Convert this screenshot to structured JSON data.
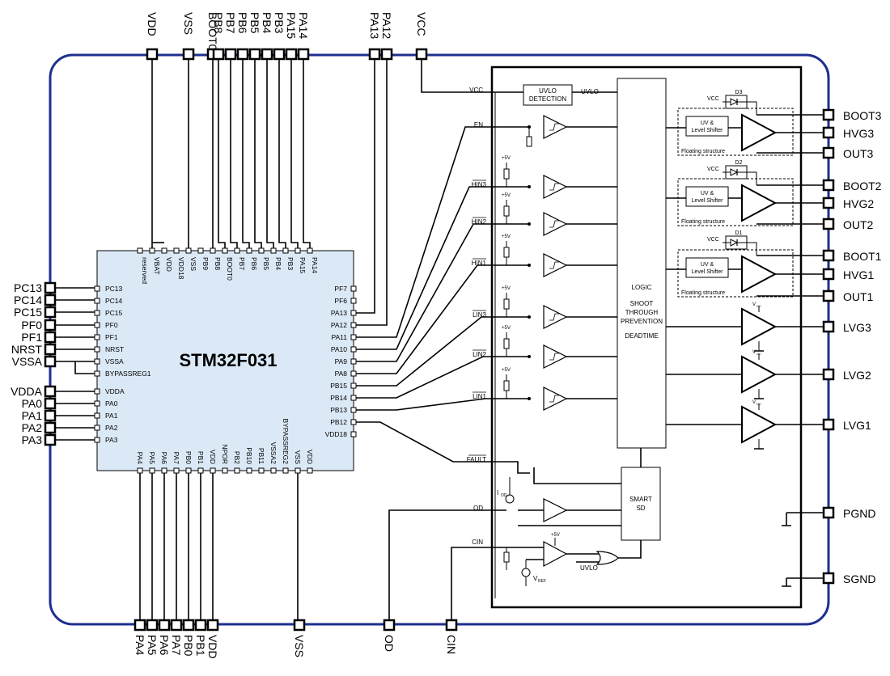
{
  "mcu": {
    "name": "STM32F031",
    "left_pins": [
      "PC13",
      "PC14",
      "PC15",
      "PF0",
      "PF1",
      "NRST",
      "VSSA",
      "BYPASSREG1",
      "VDDA",
      "PA0",
      "PA1",
      "PA2",
      "PA3"
    ],
    "right_pins": [
      "PF7",
      "PF6",
      "PA13",
      "PA12",
      "PA11",
      "PA10",
      "PA9",
      "PA8",
      "PB15",
      "PB14",
      "PB13",
      "PB12",
      "VDD18"
    ],
    "top_pins": [
      "reserved",
      "VBAT",
      "VDD",
      "VDD18",
      "VSS",
      "PB9",
      "PB8",
      "BOOT0",
      "PB7",
      "PB6",
      "PB5",
      "PB4",
      "PB3",
      "PA15",
      "PA14"
    ],
    "bottom_pins": [
      "PA4",
      "PA5",
      "PA6",
      "PA7",
      "PB0",
      "PB1",
      "VDD",
      "NPOR",
      "PB2",
      "PB10",
      "PB11",
      "VSSA2",
      "BYPASSREG2",
      "VSS",
      "VDD"
    ]
  },
  "package_pins": {
    "top": [
      "VDD",
      "VSS",
      "BOOT0",
      "PB8",
      "PB7",
      "PB6",
      "PB5",
      "PB4",
      "PB3",
      "PA15",
      "PA14",
      "PA13",
      "PA12",
      "VCC"
    ],
    "left": [
      "PC13",
      "PC14",
      "PC15",
      "PF0",
      "PF1",
      "NRST",
      "VSSA",
      "VDDA",
      "PA0",
      "PA1",
      "PA2",
      "PA3"
    ],
    "bottom": [
      "PA4",
      "PA5",
      "PA6",
      "PA7",
      "PB0",
      "PB1",
      "VDD",
      "VSS",
      "OD",
      "CIN"
    ],
    "right": [
      "BOOT3",
      "HVG3",
      "OUT3",
      "BOOT2",
      "HVG2",
      "OUT2",
      "BOOT1",
      "HVG1",
      "OUT1",
      "LVG3",
      "LVG2",
      "LVG1",
      "PGND",
      "SGND"
    ]
  },
  "driver": {
    "inputs": [
      "VCC",
      "EN",
      "HIN3",
      "HIN2",
      "HIN1",
      "LIN3",
      "LIN2",
      "LIN1",
      "FAULT",
      "OD",
      "CIN"
    ],
    "uvlo_block": [
      "UVLO",
      "DETECTION"
    ],
    "uvlo_signal": "UVLO",
    "logic_block": [
      "LOGIC",
      "SHOOT",
      "THROUGH",
      "PREVENTION",
      "DEADTIME"
    ],
    "smart_sd": [
      "SMART",
      "SD"
    ],
    "level_shifter": [
      "UV &",
      "Level Shifter"
    ],
    "floating_label": "Floating structure",
    "diodes": [
      "D3",
      "D2",
      "D1"
    ],
    "vcc_label": "VCC",
    "plus5v": "+5V",
    "vcc_sub": "V",
    "vcc_sub2": "CC",
    "iod": "I",
    "iod_sub": "OD",
    "vref": "V",
    "vref_sub": "REF",
    "uvlo_bottom": "UVLO"
  },
  "colors": {
    "mcu_fill": "#dbe9f7",
    "outline_blue": "#1f2f8f",
    "line": "#000000"
  }
}
